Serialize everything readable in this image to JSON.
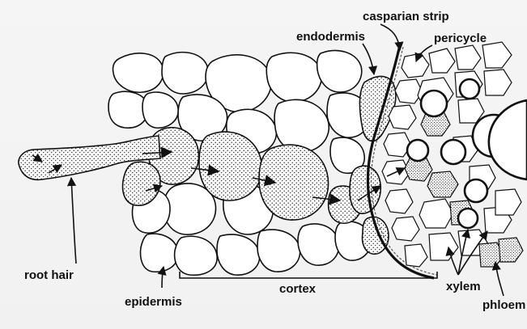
{
  "labels": {
    "casparian_strip": "casparian strip",
    "endodermis": "endodermis",
    "pericycle": "pericycle",
    "root_hair": "root hair",
    "cortex": "cortex",
    "epidermis": "epidermis",
    "xylem": "xylem",
    "phloem": "phloem"
  }
}
